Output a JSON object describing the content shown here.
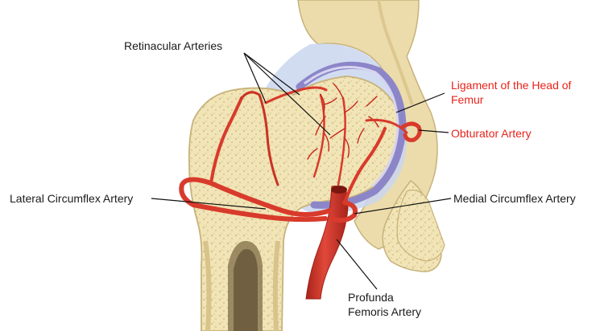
{
  "labels": {
    "retinacular": "Retinacular Arteries",
    "ligament_line1": "Ligament of the Head of",
    "ligament_line2": "Femur",
    "obturator": "Obturator Artery",
    "lateral": "Lateral Circumflex Artery",
    "medial": "Medial Circumflex Artery",
    "profunda_line1": "Profunda",
    "profunda_line2": "Femoris Artery"
  },
  "colors": {
    "bone": "#f1e4b6",
    "bone_shadow": "#dcc88e",
    "cartilage": "#a9a6d8",
    "capsule": "#c8d4ec",
    "artery": "#d83a2b",
    "artery_dark": "#9e1f15",
    "label_red": "#e8231b",
    "marrow": "#8c7a54"
  }
}
